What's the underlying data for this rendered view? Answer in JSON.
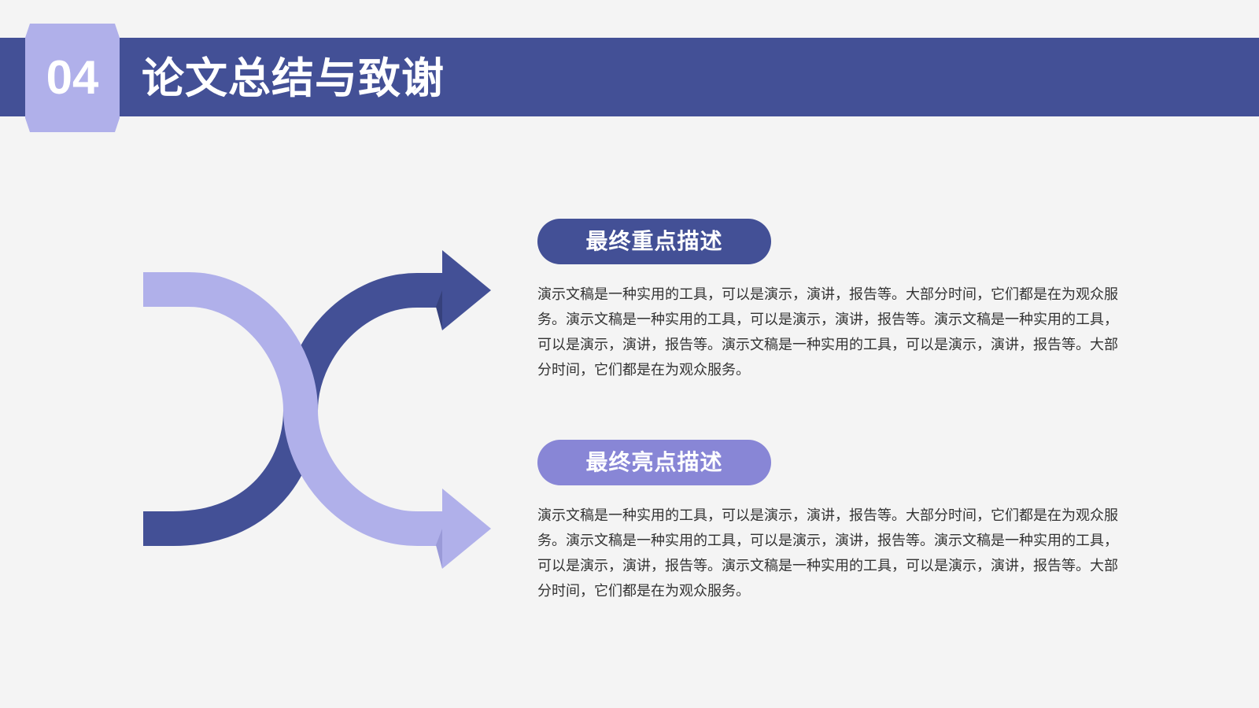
{
  "section": {
    "number": "04",
    "title": "论文总结与致谢"
  },
  "items": [
    {
      "heading": "最终重点描述",
      "text": "演示文稿是一种实用的工具，可以是演示，演讲，报告等。大部分时间，它们都是在为观众服务。演示文稿是一种实用的工具，可以是演示，演讲，报告等。演示文稿是一种实用的工具，可以是演示，演讲，报告等。演示文稿是一种实用的工具，可以是演示，演讲，报告等。大部分时间，它们都是在为观众服务。"
    },
    {
      "heading": "最终亮点描述",
      "text": "演示文稿是一种实用的工具，可以是演示，演讲，报告等。大部分时间，它们都是在为观众服务。演示文稿是一种实用的工具，可以是演示，演讲，报告等。演示文稿是一种实用的工具，可以是演示，演讲，报告等。演示文稿是一种实用的工具，可以是演示，演讲，报告等。大部分时间，它们都是在为观众服务。"
    }
  ],
  "colors": {
    "primary": "#435096",
    "light": "#b0b0ea",
    "accent": "#8886d6",
    "background": "#f4f4f4"
  }
}
